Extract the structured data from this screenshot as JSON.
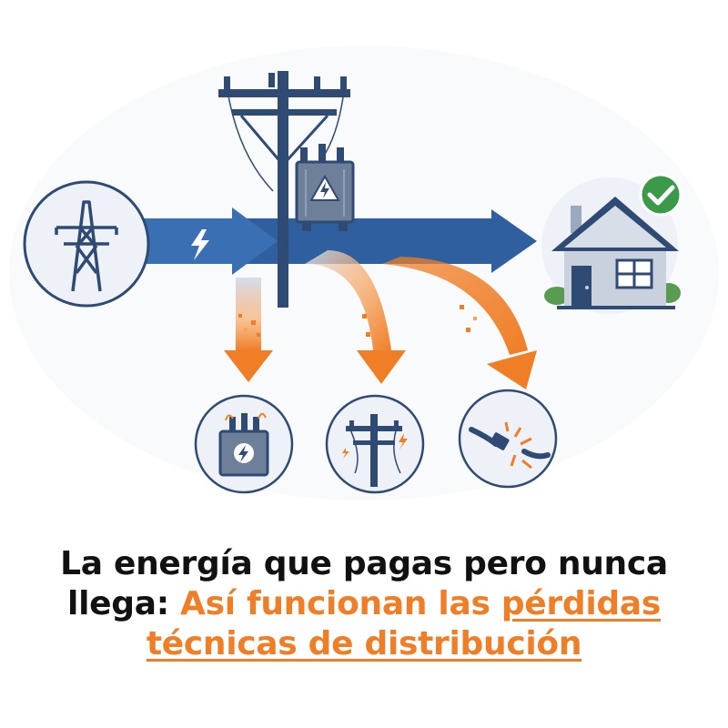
{
  "caption": {
    "line1": "La energía que pagas pero nunca",
    "line2_dark": "llega: ",
    "line2_orange": "Así funcionan las ",
    "line2_underlined": "pérdidas",
    "line3_underlined": "técnicas de distribución"
  },
  "colors": {
    "navy": "#2f4a73",
    "blue_arrow": "#2f5f9e",
    "orange": "#f07e26",
    "green_check": "#3b9a4a",
    "circle_fill": "#eef2f8"
  },
  "icons": {
    "source": "transmission-tower-icon",
    "destination": "house-icon",
    "status": "checkmark-icon",
    "loss_1": "transformer-icon",
    "loss_2": "utility-pole-icon",
    "loss_3": "broken-cable-icon",
    "energy": "lightning-bolt-icon",
    "warning": "warning-triangle-icon"
  }
}
